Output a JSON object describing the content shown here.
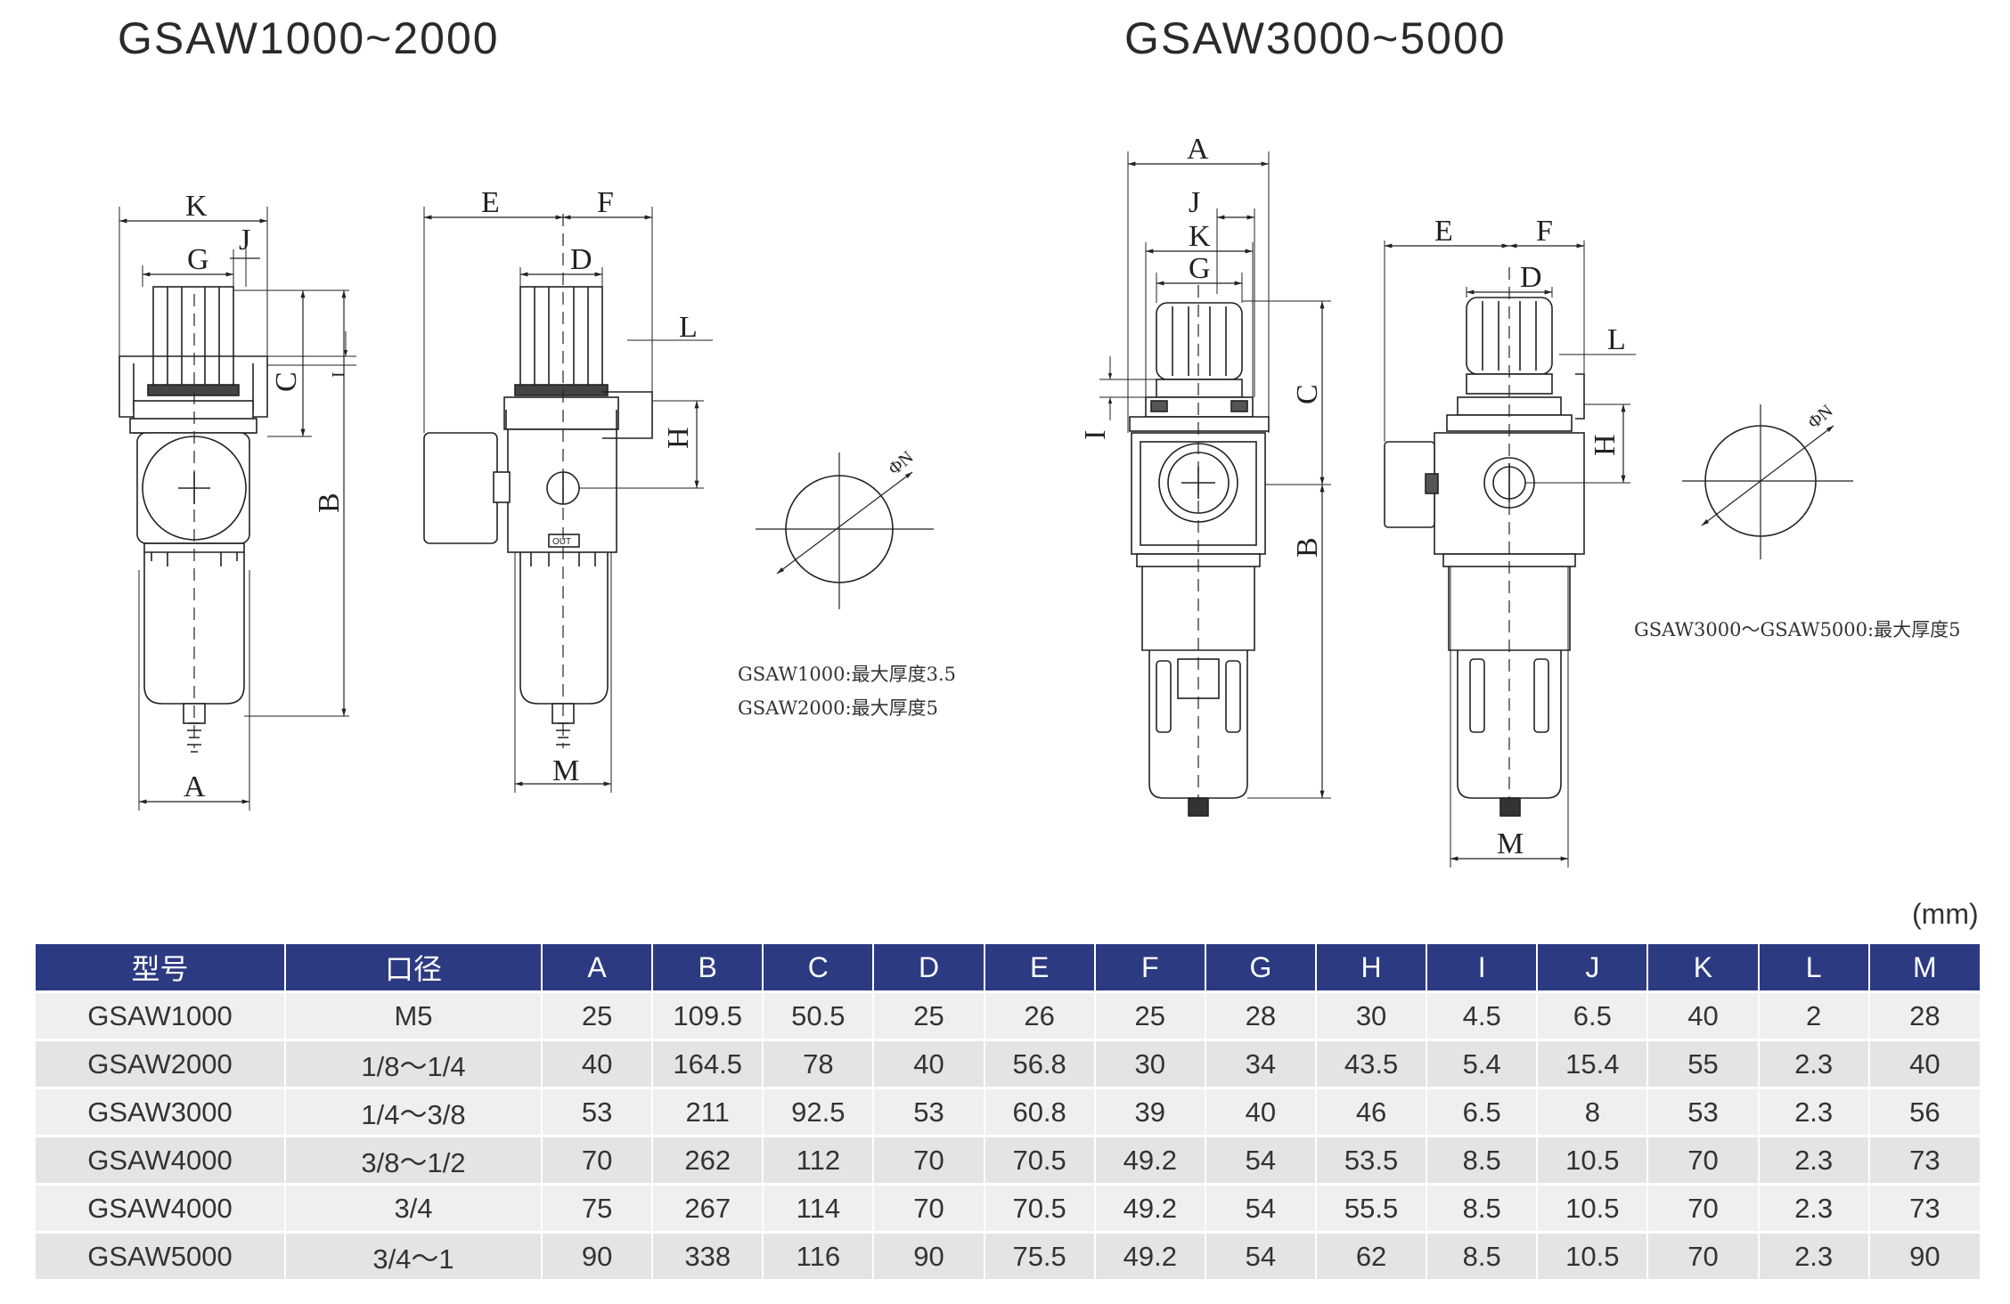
{
  "titles": {
    "left": "GSAW1000~2000",
    "right": "GSAW3000~5000"
  },
  "dimension_letters": {
    "A": "A",
    "B": "B",
    "C": "C",
    "D": "D",
    "E": "E",
    "F": "F",
    "G": "G",
    "H": "H",
    "I": "I",
    "J": "J",
    "K": "K",
    "L": "L",
    "M": "M",
    "N": "ΦN"
  },
  "port_label": "OUT",
  "notes": {
    "left": [
      "GSAW1000:最大厚度3.5",
      "GSAW2000:最大厚度5"
    ],
    "right": [
      "GSAW3000～GSAW5000:最大厚度5"
    ]
  },
  "unit": "(mm)",
  "table": {
    "headers": [
      "型号",
      "口径",
      "A",
      "B",
      "C",
      "D",
      "E",
      "F",
      "G",
      "H",
      "I",
      "J",
      "K",
      "L",
      "M"
    ],
    "rows": [
      [
        "GSAW1000",
        "M5",
        "25",
        "109.5",
        "50.5",
        "25",
        "26",
        "25",
        "28",
        "30",
        "4.5",
        "6.5",
        "40",
        "2",
        "28"
      ],
      [
        "GSAW2000",
        "1/8～1/4",
        "40",
        "164.5",
        "78",
        "40",
        "56.8",
        "30",
        "34",
        "43.5",
        "5.4",
        "15.4",
        "55",
        "2.3",
        "40"
      ],
      [
        "GSAW3000",
        "1/4～3/8",
        "53",
        "211",
        "92.5",
        "53",
        "60.8",
        "39",
        "40",
        "46",
        "6.5",
        "8",
        "53",
        "2.3",
        "56"
      ],
      [
        "GSAW4000",
        "3/8～1/2",
        "70",
        "262",
        "112",
        "70",
        "70.5",
        "49.2",
        "54",
        "53.5",
        "8.5",
        "10.5",
        "70",
        "2.3",
        "73"
      ],
      [
        "GSAW4000",
        "3/4",
        "75",
        "267",
        "114",
        "70",
        "70.5",
        "49.2",
        "54",
        "55.5",
        "8.5",
        "10.5",
        "70",
        "2.3",
        "73"
      ],
      [
        "GSAW5000",
        "3/4～1",
        "90",
        "338",
        "116",
        "90",
        "75.5",
        "49.2",
        "54",
        "62",
        "8.5",
        "10.5",
        "70",
        "2.3",
        "90"
      ]
    ]
  }
}
